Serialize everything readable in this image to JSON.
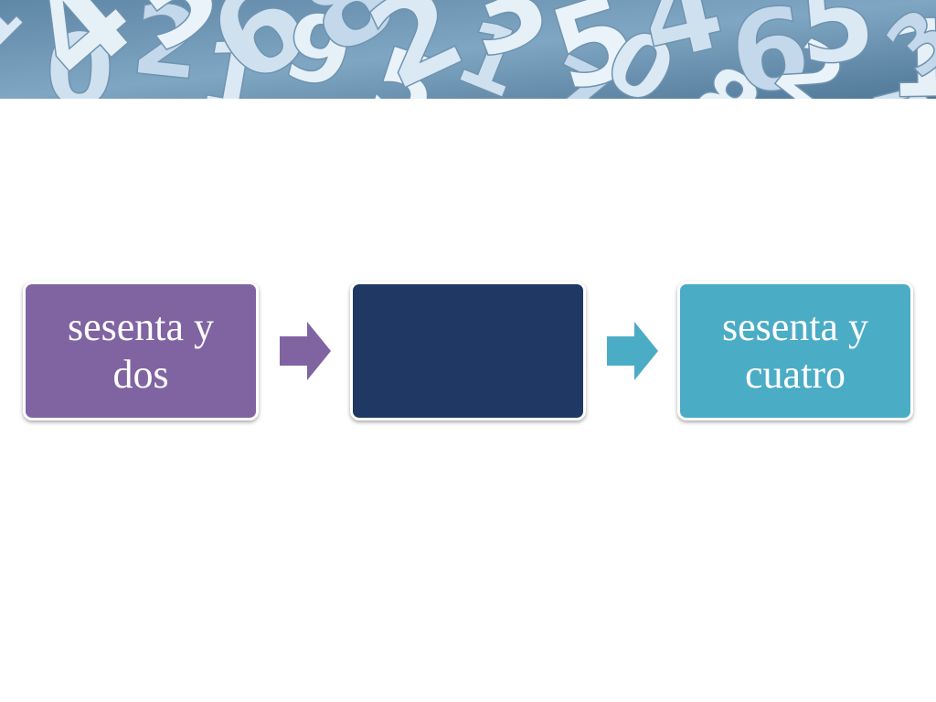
{
  "banner": {
    "icon": "scattered-numbers-image",
    "digits": [
      "1",
      "0",
      "4",
      "2",
      "3",
      "1",
      "6",
      "9",
      "8",
      "5",
      "2",
      "1",
      "3",
      "7",
      "5",
      "0",
      "4",
      "8",
      "6",
      "2",
      "5",
      "4",
      "1",
      "3"
    ]
  },
  "flow": {
    "steps": [
      {
        "label": "sesenta y dos",
        "color": "#8064a2"
      },
      {
        "label": "",
        "color": "#1f3864"
      },
      {
        "label": "sesenta y cuatro",
        "color": "#4bacc6"
      }
    ],
    "arrows": [
      {
        "icon": "arrow-right-icon",
        "color": "#8064a2"
      },
      {
        "icon": "arrow-right-icon",
        "color": "#4bacc6"
      }
    ]
  }
}
